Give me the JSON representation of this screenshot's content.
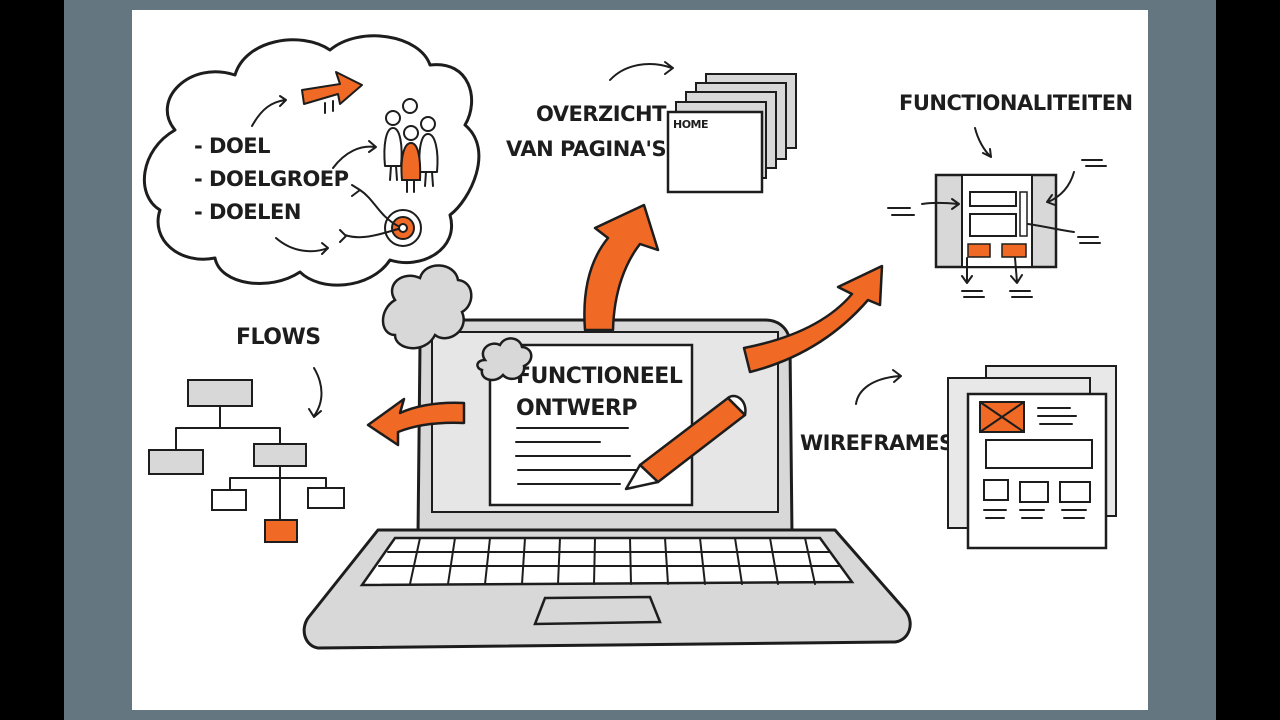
{
  "colors": {
    "accent": "#f06a25",
    "gray": "#d8d8d8",
    "ink": "#1d1d1d",
    "frame": "#647680"
  },
  "goals_cloud": {
    "items": [
      "- DOEL",
      "- DOELGROEP",
      "- DOELEN"
    ]
  },
  "pages": {
    "title_line1": "OVERZICHT",
    "title_line2": "VAN PAGINA'S",
    "home_label": "HOME"
  },
  "functionalities": {
    "title": "FUNCTIONALITEITEN"
  },
  "flows": {
    "title": "FLOWS"
  },
  "laptop_screen": {
    "title_line1": "FUNCTIONEEL",
    "title_line2": "ONTWERP"
  },
  "wireframes": {
    "title": "WIREFRAMES"
  },
  "icons": [
    "arrow-icon",
    "people-icon",
    "target-icon",
    "pages-stack-icon",
    "flowchart-icon",
    "laptop-icon",
    "pencil-icon",
    "wireframe-doc-icon",
    "functionality-layout-icon"
  ]
}
